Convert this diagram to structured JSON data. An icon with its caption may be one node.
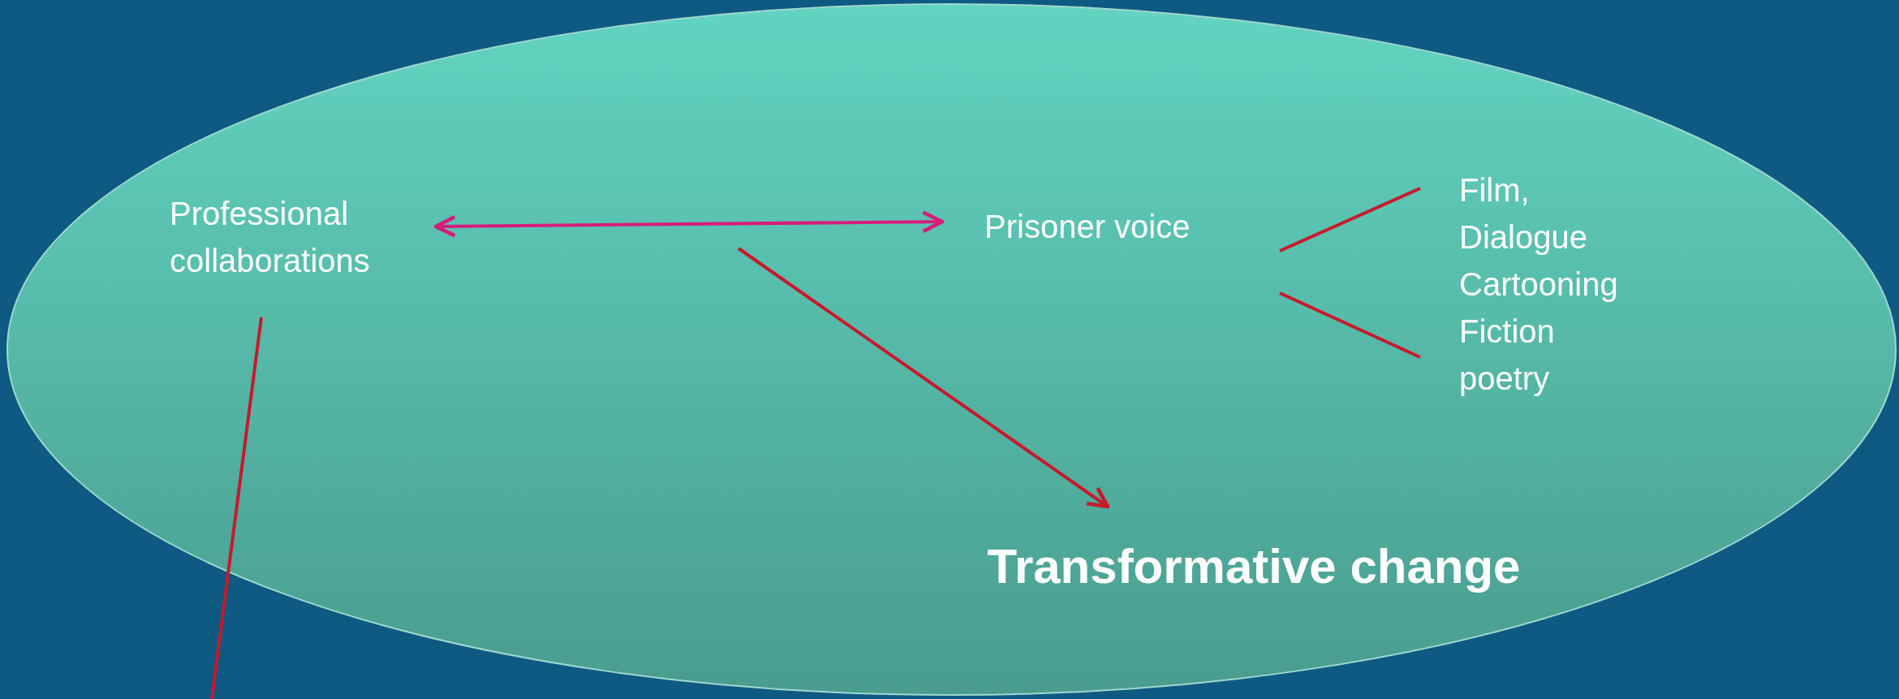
{
  "diagram": {
    "nodes": [
      {
        "text": [],
        "shape": "ellipse"
      },
      {
        "text": [
          "Professional collaborations"
        ],
        "in": 0
      },
      {
        "text": [
          "Prisoner voice"
        ],
        "in": 0
      },
      {
        "text": [
          "Film, Dialogue Cartooning Fiction poetry"
        ],
        "in": 0
      },
      {
        "text": [
          "Transformative change"
        ],
        "in": 0
      }
    ],
    "edges": [
      {
        "from": 1,
        "to": 2,
        "arrow": "both",
        "color": "#d81b7b"
      },
      {
        "from": null,
        "to": 4,
        "arrow": "to"
      },
      {
        "from": 2,
        "to": 3,
        "arrow": "none"
      },
      {
        "from": 2,
        "to": 3,
        "arrow": "none"
      },
      {
        "from": 1,
        "to": null,
        "arrow": "none"
      }
    ]
  }
}
